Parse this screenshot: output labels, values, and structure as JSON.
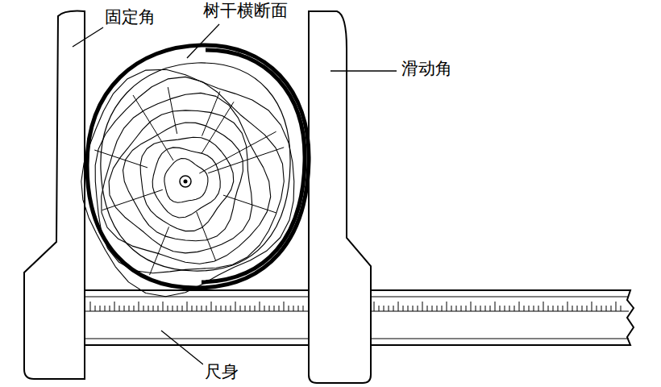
{
  "diagram": {
    "labels": [
      "固定角",
      "树干横断面",
      "滑动角",
      "尺身"
    ]
  }
}
